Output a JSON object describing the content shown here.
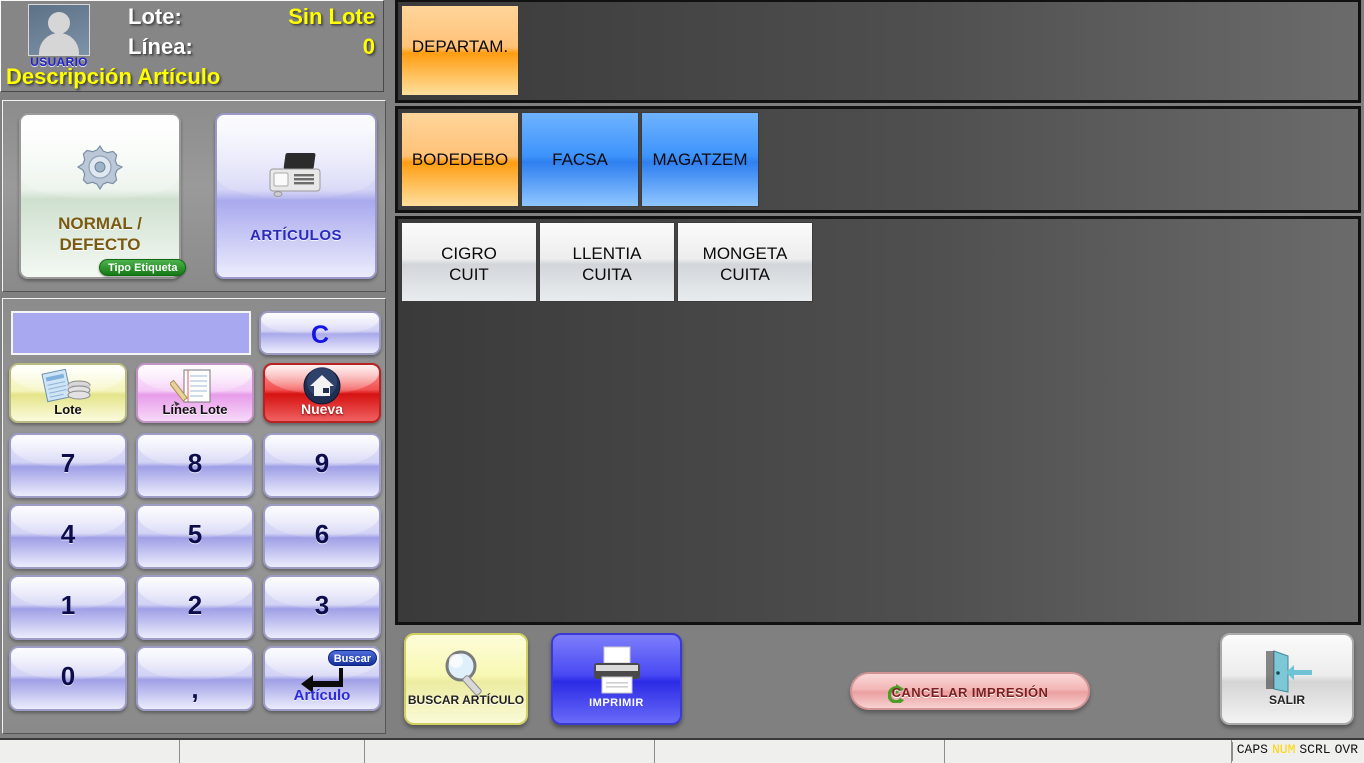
{
  "header": {
    "avatar_label": "USUARIO",
    "lote_label": "Lote:",
    "lote_value": "Sin Lote",
    "linea_label": "Línea:",
    "linea_value": "0",
    "descripcion_articulo": "Descripción Artículo"
  },
  "tipo_panel": {
    "badge": "Tipo Etiqueta",
    "normal_defecto": "NORMAL /\nDEFECTO",
    "normal_defecto_line1": "NORMAL /",
    "normal_defecto_line2": "DEFECTO",
    "articulos": "ARTÍCULOS"
  },
  "keypad": {
    "display_value": "",
    "clear_label": "C",
    "lote_label": "Lote",
    "linea_lote_label": "Línea Lote",
    "nueva_label": "Nueva",
    "keys": [
      "7",
      "8",
      "9",
      "4",
      "5",
      "6",
      "1",
      "2",
      "3",
      "0",
      ","
    ],
    "enter_badge": "Buscar",
    "enter_label": "Artículo"
  },
  "departments": [
    {
      "label": "DEPARTAM.",
      "color": "orange"
    }
  ],
  "families": [
    {
      "label": "BODEDEBO",
      "color": "orange"
    },
    {
      "label": "FACSA",
      "color": "blue"
    },
    {
      "label": "MAGATZEM",
      "color": "blue"
    }
  ],
  "articles": [
    {
      "line1": "CIGRO",
      "line2": "CUIT",
      "color": "grey"
    },
    {
      "line1": "LLENTIA",
      "line2": "CUITA",
      "color": "grey"
    },
    {
      "line1": "MONGETA",
      "line2": "CUITA",
      "color": "grey"
    }
  ],
  "toolbar": {
    "buscar_articulo": "BUSCAR ARTÍCULO",
    "imprimir": "IMPRIMIR",
    "cancelar_impresion": "CANCELAR IMPRESIÓN",
    "salir": "SALIR"
  },
  "statusbar": {
    "cells": [
      "",
      "",
      "",
      "",
      ""
    ],
    "flags": [
      {
        "text": "CAPS",
        "active": false
      },
      {
        "text": "NUM",
        "active": true
      },
      {
        "text": "SCRL",
        "active": false
      },
      {
        "text": "OVR",
        "active": false
      }
    ]
  },
  "colors": {
    "accent_yellow": "#ffff00",
    "panel_grey": "#8c8c8c",
    "dark_panel": "#4f4f4f",
    "orange_tile": "#ff9d11",
    "blue_tile": "#3d93fb",
    "red_button": "#d61212",
    "badge_green": "#157a15",
    "badge_blue": "#14309c"
  }
}
